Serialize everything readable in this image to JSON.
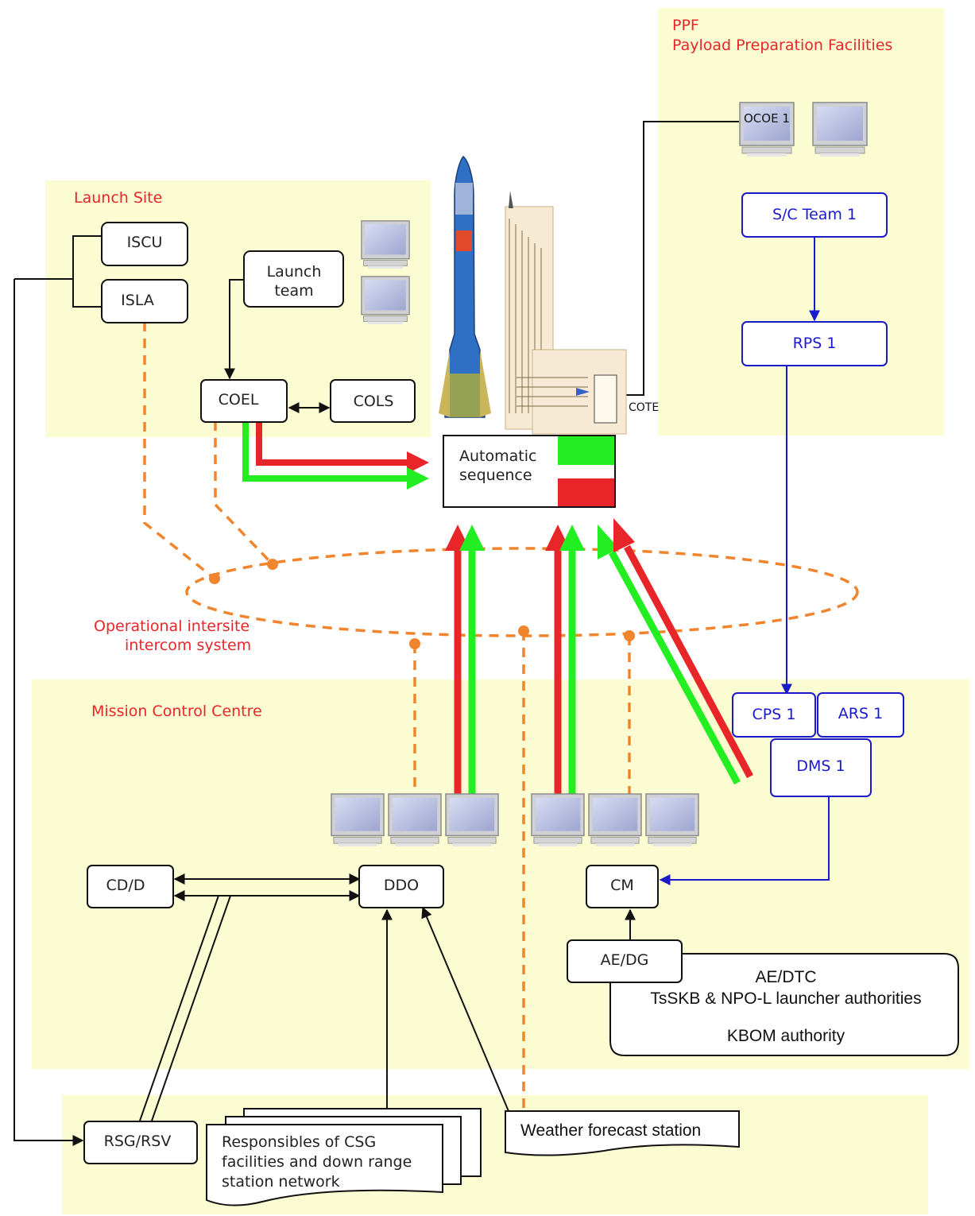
{
  "zones": {
    "ppf_title_line1": "PPF",
    "ppf_title_line2": "Payload Preparation Facilities",
    "launch_site_title": "Launch Site",
    "mcc_title": "Mission Control Centre",
    "intercom_line1": "Operational intersite",
    "intercom_line2": "intercom system"
  },
  "boxes": {
    "iscu": "ISCU",
    "isla": "ISLA",
    "launch_team_line1": "Launch",
    "launch_team_line2": "team",
    "coel": "COEL",
    "cols": "COLS",
    "ocoe": "OCOE 1",
    "sc_team": "S/C Team 1",
    "rps": "RPS 1",
    "cote": "COTE",
    "auto_seq_line1": "Automatic",
    "auto_seq_line2": "sequence",
    "cps": "CPS 1",
    "ars": "ARS 1",
    "dms": "DMS 1",
    "cdd": "CD/D",
    "ddo": "DDO",
    "cm": "CM",
    "aedg": "AE/DG",
    "aedtc_line1": "AE/DTC",
    "aedtc_line2": "TsSKB & NPO-L launcher authorities",
    "aedtc_line3": "KBOM authority",
    "rsg": "RSG/RSV",
    "csg_line1": "Responsibles of CSG",
    "csg_line2": "facilities and down range",
    "csg_line3": "station network",
    "weather": "Weather forecast station"
  },
  "colors": {
    "zone_fill": "#fcfcd2",
    "red": "#e8262a",
    "green": "#22ee22",
    "orange_dash": "#f0852d",
    "blue": "#1a1acd"
  },
  "icons": [
    "monitor-icon",
    "rocket-icon",
    "schematic-icon"
  ]
}
